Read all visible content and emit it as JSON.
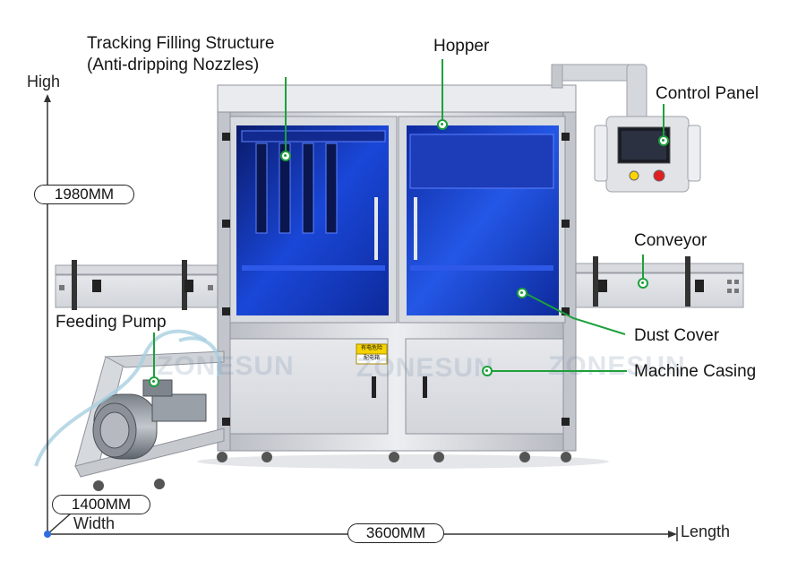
{
  "labels": {
    "tracking_line1": "Tracking Filling Structure",
    "tracking_line2": "(Anti-dripping Nozzles)",
    "hopper": "Hopper",
    "control_panel": "Control Panel",
    "conveyor": "Conveyor",
    "feeding_pump": "Feeding Pump",
    "dust_cover": "Dust Cover",
    "machine_casing": "Machine Casing"
  },
  "dimensions": {
    "height": "1980MM",
    "width": "1400MM",
    "length": "3600MM"
  },
  "axes": {
    "high": "High",
    "width": "Width",
    "length": "Length"
  },
  "watermark": "ZONESUN",
  "warning": {
    "line1": "有电危险",
    "line2": "配电箱"
  },
  "colors": {
    "callout": "#1ea03c",
    "glass": "#1c3fd6",
    "frame": "#c9cbd0"
  }
}
